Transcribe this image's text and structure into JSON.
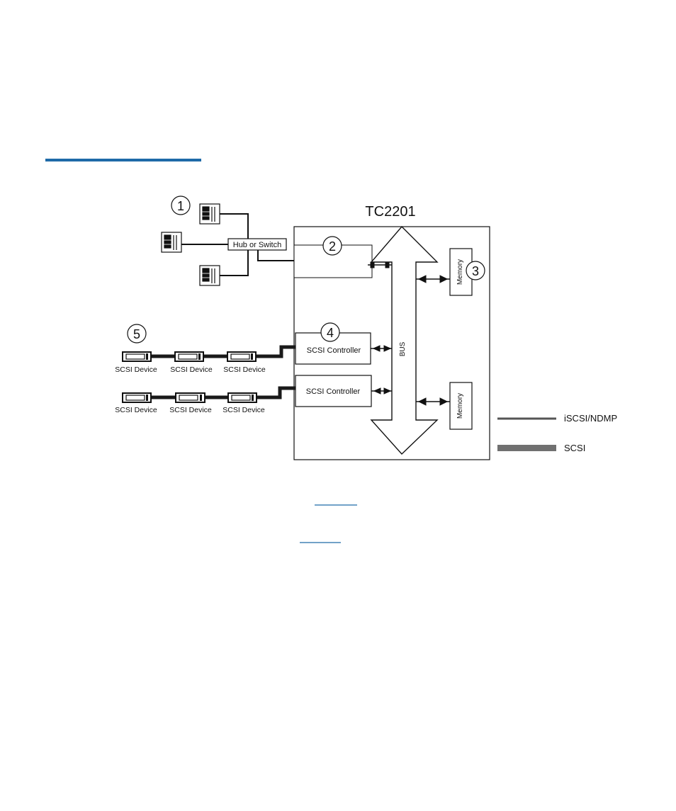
{
  "colors": {
    "heading_rule": "#1f6aa8",
    "ink": "#111111",
    "scsi_cable": "#1a1a1a",
    "legend_scsi_swatch": "#707070",
    "legend_iscsi_swatch": "#555555",
    "link_underline": "#1f6aa8"
  },
  "diagram": {
    "title": "TC2201",
    "callouts": [
      "1",
      "2",
      "3",
      "4",
      "5"
    ],
    "hub_label": "Hub or Switch",
    "bus_label": "BUS",
    "memory_labels": [
      "Memory",
      "Memory"
    ],
    "controller_labels": [
      "SCSI Controller",
      "SCSI Controller"
    ],
    "scsi_chain_1": [
      "SCSI Device",
      "SCSI Device",
      "SCSI Device"
    ],
    "scsi_chain_2": [
      "SCSI Device",
      "SCSI Device",
      "SCSI Device"
    ]
  },
  "legend": {
    "iscsi_label": "iSCSI/NDMP",
    "scsi_label": "SCSI"
  }
}
